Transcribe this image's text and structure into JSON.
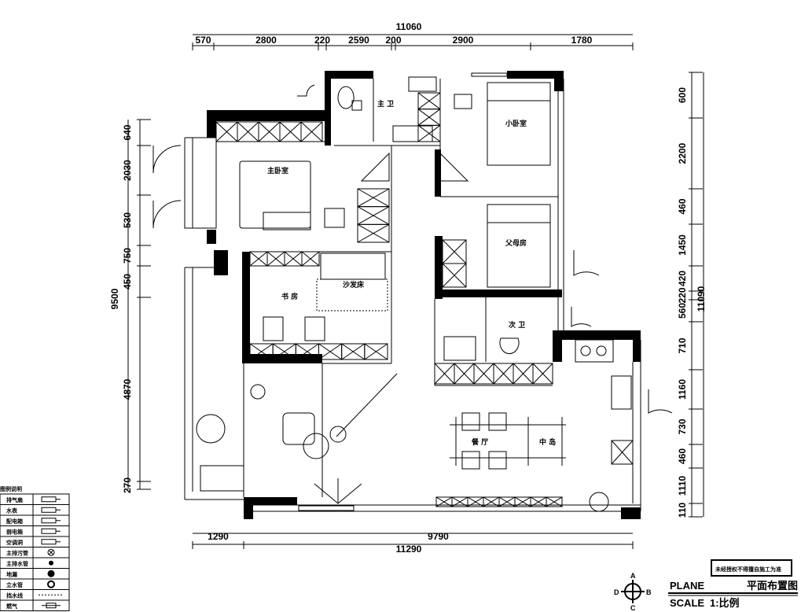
{
  "dimensions": {
    "top_total": "11060",
    "top": [
      "570",
      "2800",
      "220",
      "2590",
      "200",
      "2900",
      "1780"
    ],
    "right_total": "11090",
    "right": [
      "600",
      "2200",
      "460",
      "1450",
      "420",
      "220",
      "560",
      "710",
      "1160",
      "730",
      "460",
      "1110",
      "110"
    ],
    "left_total": "9500",
    "left": [
      "640",
      "2030",
      "530",
      "750",
      "450",
      "4870",
      "270"
    ],
    "bottom_total": "11290",
    "bottom": [
      "1290",
      "9790"
    ]
  },
  "rooms": {
    "master_bedroom": "主卧室",
    "study": "书 房",
    "sofa_bed": "沙发床",
    "master_bath": "主 卫",
    "small_bedroom": "小卧室",
    "parents_room": "父母房",
    "second_bath": "次 卫",
    "dining": "餐 厅",
    "island": "中 岛"
  },
  "legend": {
    "title": "图例说明",
    "items": [
      "排气扇",
      "水表",
      "配电箱",
      "弱电箱",
      "空调洞",
      "主排污管",
      "主排水管",
      "地漏",
      "立水管",
      "挡水线",
      "燃气"
    ]
  },
  "compass": {
    "a": "A",
    "b": "B",
    "c": "C",
    "d": "D"
  },
  "title_block": {
    "stamp": "未经授权不得擅自施工为准",
    "plane_label": "PLANE",
    "drawing_name": "平面布置图",
    "scale_label": "SCALE",
    "scale_value": "1:比例"
  }
}
